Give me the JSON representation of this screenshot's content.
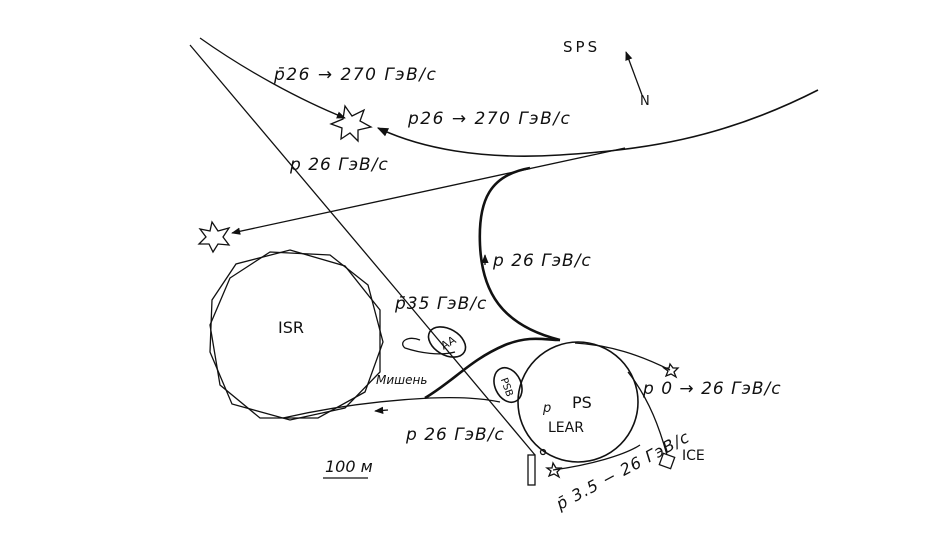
{
  "labels": {
    "sps": "SPS",
    "north": "N",
    "pbar_26_270": "p̄26 → 270 ГэВ/с",
    "p_26_270": "p26 → 270 ГэВ/с",
    "p26_top": "p 26 ГэВ/с",
    "p26_mid": "p 26 ГэВ/с",
    "pbar35": "p̄35 ГэВ/с",
    "isr": "ISR",
    "aa": "AA",
    "ps": "PS",
    "psb": "PSB",
    "lear": "LEAR",
    "p_small": "p",
    "target": "Мишень",
    "p0_26": "p 0 → 26 ГэВ/с",
    "p26_bottom": "p 26 ГэВ/с",
    "pbar35_26": "p̄ 3.5 − 26 ГэВ/с",
    "ice": "ICE",
    "scale": "100 м"
  },
  "colors": {
    "ink": "#111111",
    "background": "#ffffff"
  }
}
